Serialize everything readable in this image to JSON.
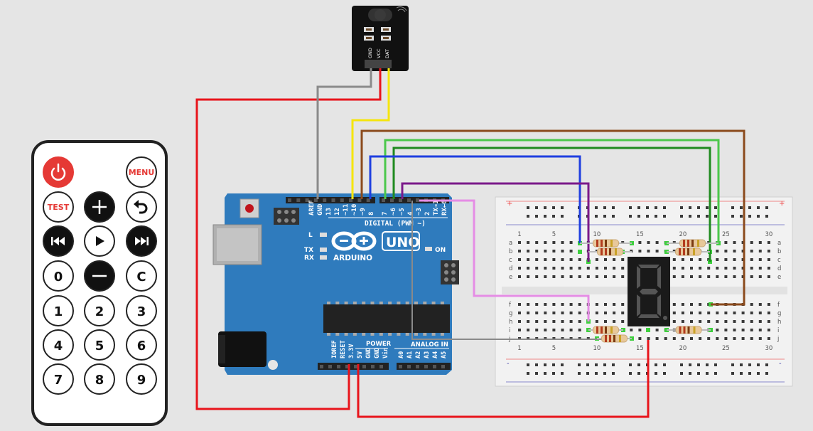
{
  "remote": {
    "buttons": [
      {
        "id": "power",
        "type": "icon",
        "icon": "power-icon",
        "color": "#e53935",
        "text": ""
      },
      {
        "id": "menu",
        "type": "text",
        "text": "MENU",
        "color": "#e53935"
      },
      {
        "id": "test",
        "type": "text",
        "text": "TEST",
        "color": "#e53935"
      },
      {
        "id": "plus",
        "type": "icon",
        "icon": "plus-icon",
        "dark": true,
        "text": ""
      },
      {
        "id": "back",
        "type": "icon",
        "icon": "back-arrow-icon",
        "text": ""
      },
      {
        "id": "prev",
        "type": "icon",
        "icon": "skip-back-icon",
        "dark": true,
        "text": ""
      },
      {
        "id": "play",
        "type": "icon",
        "icon": "play-icon",
        "text": ""
      },
      {
        "id": "next",
        "type": "icon",
        "icon": "skip-forward-icon",
        "dark": true,
        "text": ""
      },
      {
        "id": "zero",
        "type": "text",
        "text": "0"
      },
      {
        "id": "minus",
        "type": "icon",
        "icon": "minus-icon",
        "dark": true,
        "text": ""
      },
      {
        "id": "c",
        "type": "text",
        "text": "C"
      },
      {
        "id": "one",
        "type": "text",
        "text": "1"
      },
      {
        "id": "two",
        "type": "text",
        "text": "2"
      },
      {
        "id": "three",
        "type": "text",
        "text": "3"
      },
      {
        "id": "four",
        "type": "text",
        "text": "4"
      },
      {
        "id": "five",
        "type": "text",
        "text": "5"
      },
      {
        "id": "six",
        "type": "text",
        "text": "6"
      },
      {
        "id": "seven",
        "type": "text",
        "text": "7"
      },
      {
        "id": "eight",
        "type": "text",
        "text": "8"
      },
      {
        "id": "nine",
        "type": "text",
        "text": "9"
      }
    ]
  },
  "ir_receiver": {
    "pin_labels": [
      "GND",
      "VCC",
      "DAT"
    ]
  },
  "arduino": {
    "brand": "ARDUINO",
    "model": "UNO",
    "on_label": "ON",
    "l_label": "L",
    "tx_label": "TX",
    "rx_label": "RX",
    "digital_label": "DIGITAL (PWM ~)",
    "analog_label": "ANALOG IN",
    "power_label": "POWER",
    "top_pins": [
      "AREF",
      "GND",
      "13",
      "12",
      "~11",
      "~10",
      "~9",
      "8",
      "7",
      "~6",
      "~5",
      "4",
      "~3",
      "2",
      "TX→1",
      "RX←0"
    ],
    "bottom_pins": [
      "IOREF",
      "RESET",
      "3.3V",
      "5V",
      "GND",
      "GND",
      "Vin",
      "A0",
      "A1",
      "A2",
      "A3",
      "A4",
      "A5"
    ]
  },
  "breadboard": {
    "row_letters_top": [
      "a",
      "b",
      "c",
      "d",
      "e"
    ],
    "row_letters_bottom": [
      "f",
      "g",
      "h",
      "i",
      "j"
    ],
    "column_numbers": [
      "1",
      "5",
      "10",
      "15",
      "20",
      "25",
      "30"
    ],
    "plus_sign": "+",
    "minus_sign": "-"
  },
  "colors": {
    "wire_red": "#e8141b",
    "wire_yellow": "#f5e50e",
    "wire_gray": "#8a8a8a",
    "wire_brown": "#8b4a1c",
    "wire_green_light": "#4bc84b",
    "wire_green_dark": "#1f8a1f",
    "wire_blue": "#1f3fe0",
    "wire_purple": "#7b1a8a",
    "wire_pink": "#e58de5",
    "board_blue": "#2f7bbd"
  }
}
